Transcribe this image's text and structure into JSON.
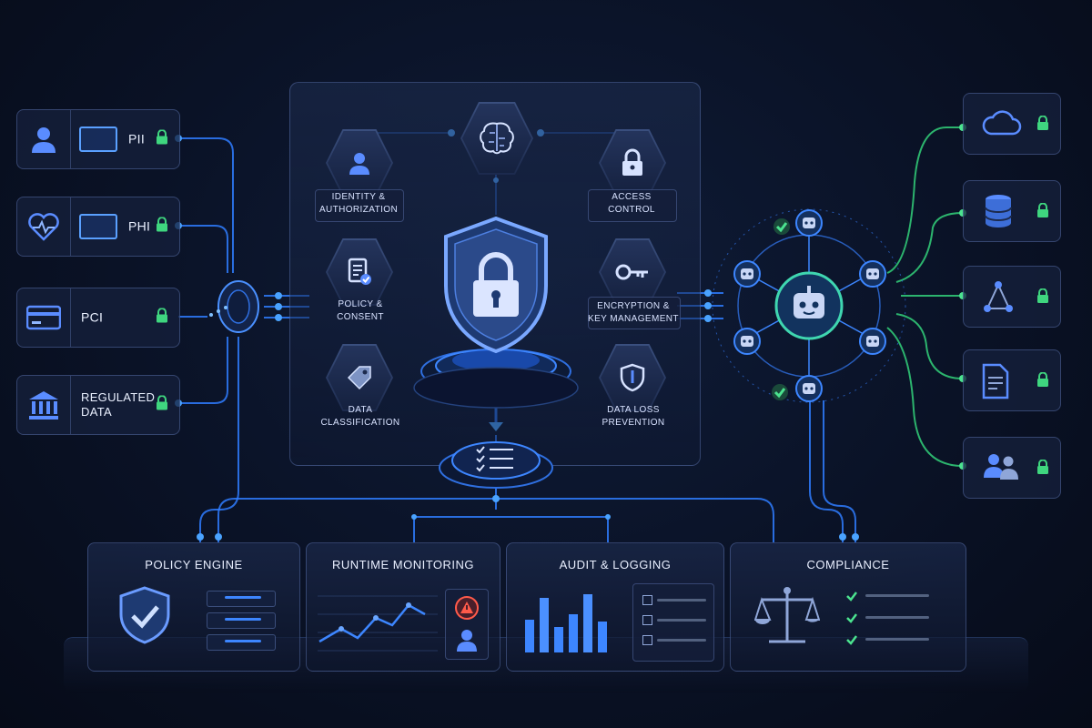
{
  "data_sources": [
    {
      "label": "PII",
      "icon": "person-icon",
      "has_badge": true
    },
    {
      "label": "PHI",
      "icon": "heart-pulse-icon",
      "has_badge": true
    },
    {
      "label": "PCI",
      "icon": "credit-card-icon",
      "has_badge": false
    },
    {
      "label": "REGULATED\nDATA",
      "icon": "bank-icon",
      "has_badge": false
    }
  ],
  "controls": [
    {
      "key": "identity",
      "label": "IDENTITY &\nAUTHORIZATION",
      "icon": "person-icon"
    },
    {
      "key": "access",
      "label": "ACCESS\nCONTROL",
      "icon": "padlock-icon"
    },
    {
      "key": "policy",
      "label": "POLICY &\nCONSENT",
      "icon": "document-check-icon"
    },
    {
      "key": "encryption",
      "label": "ENCRYPTION &\nKEY MANAGEMENT",
      "icon": "key-icon"
    },
    {
      "key": "classification",
      "label": "DATA\nCLASSIFICATION",
      "icon": "tag-icon"
    },
    {
      "key": "dlp",
      "label": "DATA LOSS\nPREVENTION",
      "icon": "shield-icon"
    }
  ],
  "center": {
    "top_icon": "brain-chip-icon",
    "core_icon": "shield-lock-icon",
    "base_icon": "checklist-icon"
  },
  "agents": {
    "hub_icon": "robot-icon",
    "node_icon": "robot-icon",
    "check_icon": "check-icon"
  },
  "destinations": [
    {
      "icon": "cloud-icon"
    },
    {
      "icon": "database-icon"
    },
    {
      "icon": "network-icon"
    },
    {
      "icon": "document-icon"
    },
    {
      "icon": "users-icon"
    }
  ],
  "bottom_panels": [
    {
      "title": "POLICY ENGINE",
      "icon": "shield-check-icon"
    },
    {
      "title": "RUNTIME MONITORING",
      "icon": "line-chart-icon"
    },
    {
      "title": "AUDIT & LOGGING",
      "icon": "bar-chart-icon"
    },
    {
      "title": "COMPLIANCE",
      "icon": "scales-icon"
    }
  ],
  "colors": {
    "accent": "#3d86ff",
    "secure": "#3fd67f",
    "alert": "#ff5a4a"
  }
}
